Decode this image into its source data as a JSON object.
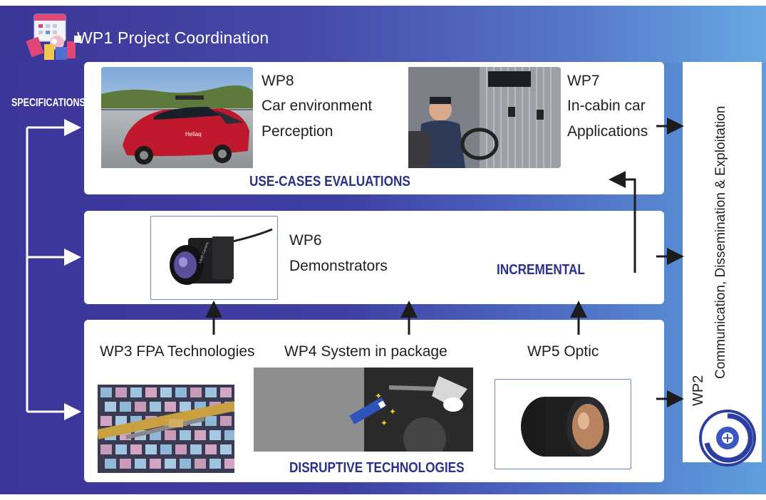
{
  "header": {
    "title": "WP1  Project  Coordination"
  },
  "specifications": "SPECIFICATIONS",
  "use_cases": {
    "label": "USE-CASES EVALUATIONS",
    "wp8": {
      "code": "WP8",
      "line1": "Car environment",
      "line2": "Perception"
    },
    "wp7": {
      "code": "WP7",
      "line1": "In-cabin car",
      "line2": "Applications"
    },
    "car_badge": "Heliaq"
  },
  "incremental": {
    "label": "INCREMENTAL",
    "wp6": {
      "code": "WP6",
      "line1": "Demonstrators"
    },
    "camera_text": "LWIR  Camera"
  },
  "disruptive": {
    "label": "DISRUPTIVE TECHNOLOGIES",
    "wp3": "WP3 FPA Technologies",
    "wp4": "WP4 System in package",
    "wp5": "WP5 Optic"
  },
  "wp2": {
    "code": "WP2",
    "title": "Communication, Dissemination & Exploitation"
  },
  "colors": {
    "accent": "#2c2f8e",
    "background": "#3f3fa3",
    "light_blue": "#67a8e3"
  }
}
